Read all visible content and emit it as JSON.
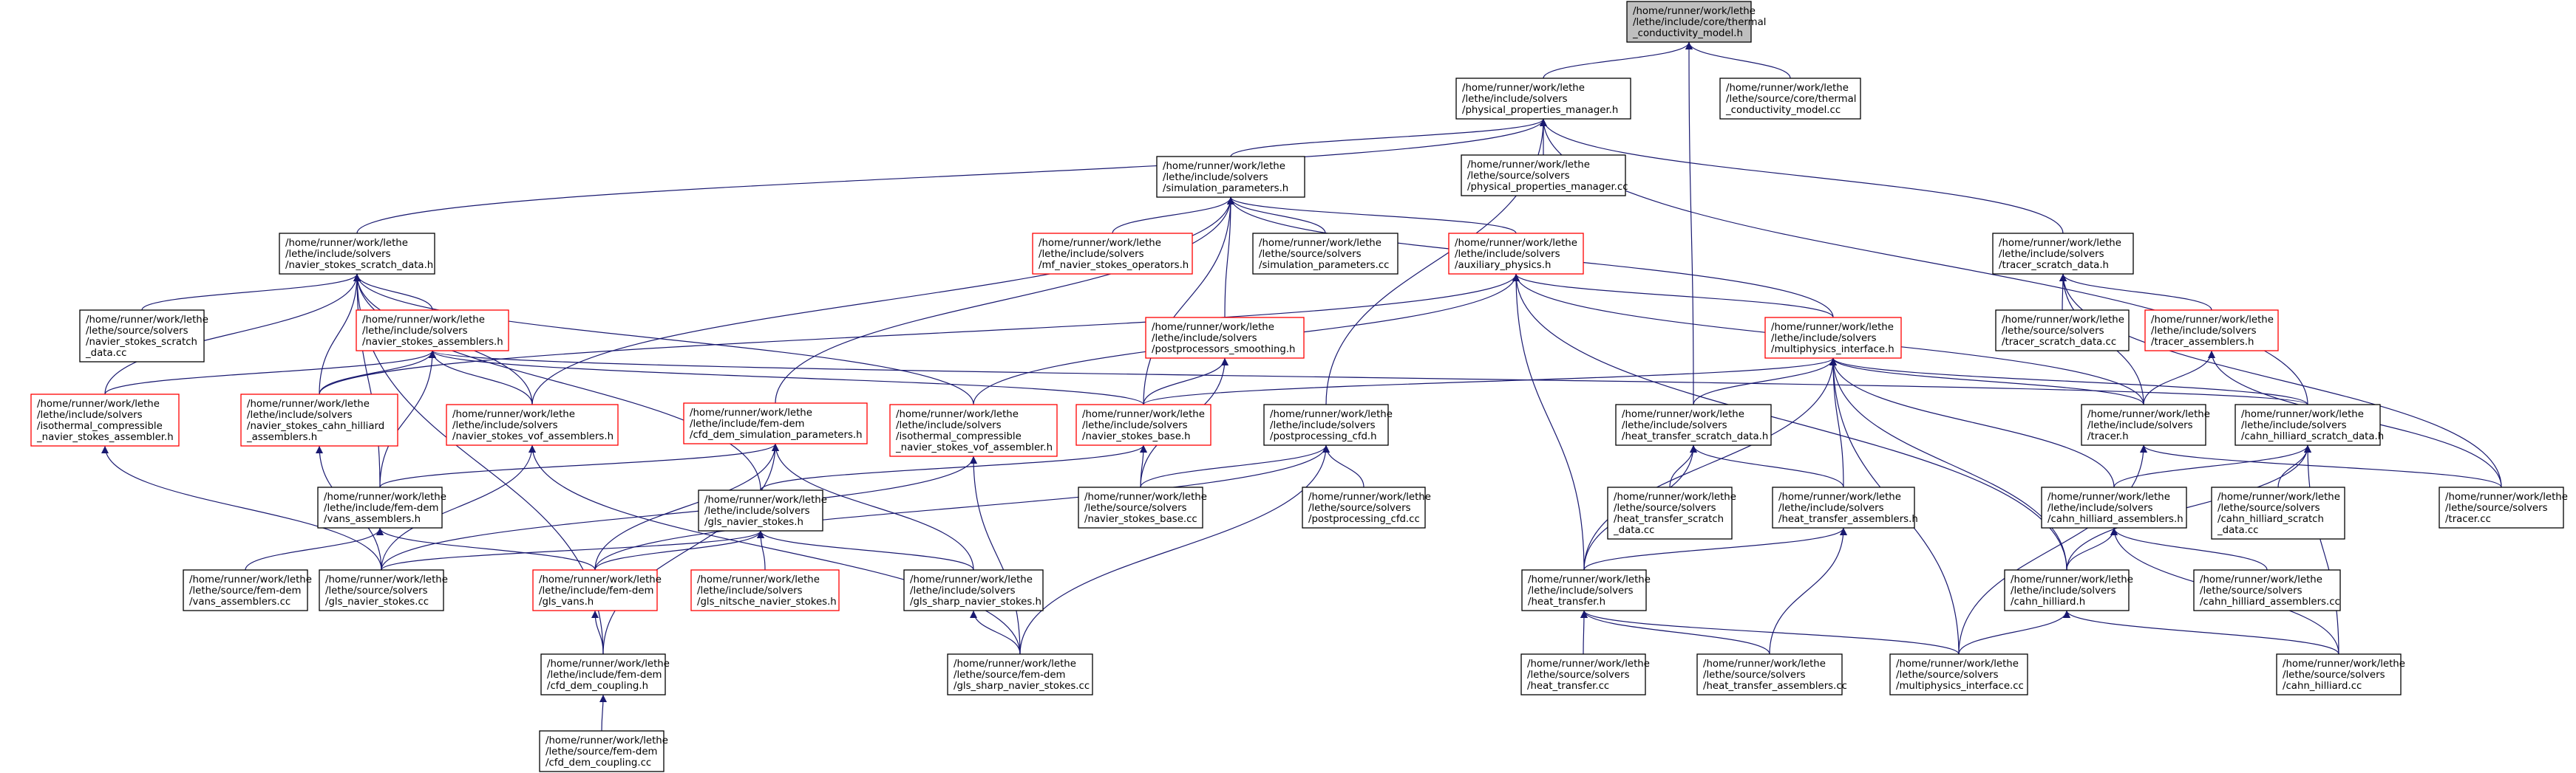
{
  "colors": {
    "edge": "#191970",
    "node_normal": "#000000",
    "node_red": "#ff0000",
    "node_root_fill": "#bfbfbf",
    "background": "#ffffff"
  },
  "nodes": [
    {
      "id": "thermal",
      "style": "root",
      "lines": [
        "/home/runner/work/lethe",
        "/lethe/include/core/thermal",
        "_conductivity_model.h"
      ]
    },
    {
      "id": "thermal_cc",
      "style": "normal",
      "lines": [
        "/home/runner/work/lethe",
        "/lethe/source/core/thermal",
        "_conductivity_model.cc"
      ]
    },
    {
      "id": "ppm",
      "style": "normal",
      "lines": [
        "/home/runner/work/lethe",
        "/lethe/include/solvers",
        "/physical_properties_manager.h"
      ]
    },
    {
      "id": "ppm_cc",
      "style": "normal",
      "lines": [
        "/home/runner/work/lethe",
        "/lethe/source/solvers",
        "/physical_properties_manager.cc"
      ]
    },
    {
      "id": "simparams",
      "style": "normal",
      "lines": [
        "/home/runner/work/lethe",
        "/lethe/include/solvers",
        "/simulation_parameters.h"
      ]
    },
    {
      "id": "mf_ns_ops",
      "style": "red",
      "lines": [
        "/home/runner/work/lethe",
        "/lethe/include/solvers",
        "/mf_navier_stokes_operators.h"
      ]
    },
    {
      "id": "simparams_cc",
      "style": "normal",
      "lines": [
        "/home/runner/work/lethe",
        "/lethe/source/solvers",
        "/simulation_parameters.cc"
      ]
    },
    {
      "id": "aux",
      "style": "red",
      "lines": [
        "/home/runner/work/lethe",
        "/lethe/include/solvers",
        "/auxiliary_physics.h"
      ]
    },
    {
      "id": "tracer_sd",
      "style": "normal",
      "lines": [
        "/home/runner/work/lethe",
        "/lethe/include/solvers",
        "/tracer_scratch_data.h"
      ]
    },
    {
      "id": "tracer_sd_cc",
      "style": "normal",
      "lines": [
        "/home/runner/work/lethe",
        "/lethe/source/solvers",
        "/tracer_scratch_data.cc"
      ]
    },
    {
      "id": "tracer_asm",
      "style": "red",
      "lines": [
        "/home/runner/work/lethe",
        "/lethe/include/solvers",
        "/tracer_assemblers.h"
      ]
    },
    {
      "id": "ns_sd",
      "style": "normal",
      "lines": [
        "/home/runner/work/lethe",
        "/lethe/include/solvers",
        "/navier_stokes_scratch_data.h"
      ]
    },
    {
      "id": "ns_sd_cc",
      "style": "normal",
      "lines": [
        "/home/runner/work/lethe",
        "/lethe/source/solvers",
        "/navier_stokes_scratch",
        "_data.cc"
      ]
    },
    {
      "id": "ns_asm",
      "style": "red",
      "lines": [
        "/home/runner/work/lethe",
        "/lethe/include/solvers",
        "/navier_stokes_assemblers.h"
      ]
    },
    {
      "id": "iso_comp_asm",
      "style": "red",
      "lines": [
        "/home/runner/work/lethe",
        "/lethe/include/solvers",
        "/isothermal_compressible",
        "_navier_stokes_assembler.h"
      ]
    },
    {
      "id": "ns_ch_asm",
      "style": "red",
      "lines": [
        "/home/runner/work/lethe",
        "/lethe/include/solvers",
        "/navier_stokes_cahn_hilliard",
        "_assemblers.h"
      ]
    },
    {
      "id": "ns_vof_asm",
      "style": "red",
      "lines": [
        "/home/runner/work/lethe",
        "/lethe/include/solvers",
        "/navier_stokes_vof_assemblers.h"
      ]
    },
    {
      "id": "cfd_dem_params",
      "style": "red",
      "lines": [
        "/home/runner/work/lethe",
        "/lethe/include/fem-dem",
        "/cfd_dem_simulation_parameters.h"
      ]
    },
    {
      "id": "iso_comp_vof",
      "style": "red",
      "lines": [
        "/home/runner/work/lethe",
        "/lethe/include/solvers",
        "/isothermal_compressible",
        "_navier_stokes_vof_assembler.h"
      ]
    },
    {
      "id": "pp_smooth",
      "style": "red",
      "lines": [
        "/home/runner/work/lethe",
        "/lethe/include/solvers",
        "/postprocessors_smoothing.h"
      ]
    },
    {
      "id": "ns_base",
      "style": "red",
      "lines": [
        "/home/runner/work/lethe",
        "/lethe/include/solvers",
        "/navier_stokes_base.h"
      ]
    },
    {
      "id": "pp_cfd",
      "style": "normal",
      "lines": [
        "/home/runner/work/lethe",
        "/lethe/include/solvers",
        "/postprocessing_cfd.h"
      ]
    },
    {
      "id": "pp_cfd_cc",
      "style": "normal",
      "lines": [
        "/home/runner/work/lethe",
        "/lethe/source/solvers",
        "/postprocessing_cfd.cc"
      ]
    },
    {
      "id": "mp_iface",
      "style": "red",
      "lines": [
        "/home/runner/work/lethe",
        "/lethe/include/solvers",
        "/multiphysics_interface.h"
      ]
    },
    {
      "id": "ht_sd",
      "style": "normal",
      "lines": [
        "/home/runner/work/lethe",
        "/lethe/include/solvers",
        "/heat_transfer_scratch_data.h"
      ]
    },
    {
      "id": "ht_sd_cc",
      "style": "normal",
      "lines": [
        "/home/runner/work/lethe",
        "/lethe/source/solvers",
        "/heat_transfer_scratch",
        "_data.cc"
      ]
    },
    {
      "id": "ht_asm",
      "style": "normal",
      "lines": [
        "/home/runner/work/lethe",
        "/lethe/include/solvers",
        "/heat_transfer_assemblers.h"
      ]
    },
    {
      "id": "tracer_h",
      "style": "normal",
      "lines": [
        "/home/runner/work/lethe",
        "/lethe/include/solvers",
        "/tracer.h"
      ]
    },
    {
      "id": "ch_sd",
      "style": "normal",
      "lines": [
        "/home/runner/work/lethe",
        "/lethe/include/solvers",
        "/cahn_hilliard_scratch_data.h"
      ]
    },
    {
      "id": "ch_asm",
      "style": "normal",
      "lines": [
        "/home/runner/work/lethe",
        "/lethe/include/solvers",
        "/cahn_hilliard_assemblers.h"
      ]
    },
    {
      "id": "ch_sd_cc",
      "style": "normal",
      "lines": [
        "/home/runner/work/lethe",
        "/lethe/source/solvers",
        "/cahn_hilliard_scratch",
        "_data.cc"
      ]
    },
    {
      "id": "tracer_cc",
      "style": "normal",
      "lines": [
        "/home/runner/work/lethe",
        "/lethe/source/solvers",
        "/tracer.cc"
      ]
    },
    {
      "id": "vans_asm",
      "style": "normal",
      "lines": [
        "/home/runner/work/lethe",
        "/lethe/include/fem-dem",
        "/vans_assemblers.h"
      ]
    },
    {
      "id": "vans_asm_cc",
      "style": "normal",
      "lines": [
        "/home/runner/work/lethe",
        "/lethe/source/fem-dem",
        "/vans_assemblers.cc"
      ]
    },
    {
      "id": "gls_ns",
      "style": "normal",
      "lines": [
        "/home/runner/work/lethe",
        "/lethe/include/solvers",
        "/gls_navier_stokes.h"
      ]
    },
    {
      "id": "gls_ns_cc",
      "style": "normal",
      "lines": [
        "/home/runner/work/lethe",
        "/lethe/source/solvers",
        "/gls_navier_stokes.cc"
      ]
    },
    {
      "id": "gls_vans",
      "style": "red",
      "lines": [
        "/home/runner/work/lethe",
        "/lethe/include/fem-dem",
        "/gls_vans.h"
      ]
    },
    {
      "id": "gls_nitsche",
      "style": "red",
      "lines": [
        "/home/runner/work/lethe",
        "/lethe/include/solvers",
        "/gls_nitsche_navier_stokes.h"
      ]
    },
    {
      "id": "gls_sharp",
      "style": "normal",
      "lines": [
        "/home/runner/work/lethe",
        "/lethe/include/solvers",
        "/gls_sharp_navier_stokes.h"
      ]
    },
    {
      "id": "ns_base_cc",
      "style": "normal",
      "lines": [
        "/home/runner/work/lethe",
        "/lethe/source/solvers",
        "/navier_stokes_base.cc"
      ]
    },
    {
      "id": "ht_h",
      "style": "normal",
      "lines": [
        "/home/runner/work/lethe",
        "/lethe/include/solvers",
        "/heat_transfer.h"
      ]
    },
    {
      "id": "ch_h",
      "style": "normal",
      "lines": [
        "/home/runner/work/lethe",
        "/lethe/include/solvers",
        "/cahn_hilliard.h"
      ]
    },
    {
      "id": "ch_asm_cc",
      "style": "normal",
      "lines": [
        "/home/runner/work/lethe",
        "/lethe/source/solvers",
        "/cahn_hilliard_assemblers.cc"
      ]
    },
    {
      "id": "cfd_dem_coupling",
      "style": "normal",
      "lines": [
        "/home/runner/work/lethe",
        "/lethe/include/fem-dem",
        "/cfd_dem_coupling.h"
      ]
    },
    {
      "id": "gls_sharp_cc",
      "style": "normal",
      "lines": [
        "/home/runner/work/lethe",
        "/lethe/source/fem-dem",
        "/gls_sharp_navier_stokes.cc"
      ]
    },
    {
      "id": "ht_cc",
      "style": "normal",
      "lines": [
        "/home/runner/work/lethe",
        "/lethe/source/solvers",
        "/heat_transfer.cc"
      ]
    },
    {
      "id": "ht_asm_cc",
      "style": "normal",
      "lines": [
        "/home/runner/work/lethe",
        "/lethe/source/solvers",
        "/heat_transfer_assemblers.cc"
      ]
    },
    {
      "id": "mp_iface_cc",
      "style": "normal",
      "lines": [
        "/home/runner/work/lethe",
        "/lethe/source/solvers",
        "/multiphysics_interface.cc"
      ]
    },
    {
      "id": "ch_cc",
      "style": "normal",
      "lines": [
        "/home/runner/work/lethe",
        "/lethe/source/solvers",
        "/cahn_hilliard.cc"
      ]
    },
    {
      "id": "cfd_dem_coupling_cc",
      "style": "normal",
      "lines": [
        "/home/runner/work/lethe",
        "/lethe/source/fem-dem",
        "/cfd_dem_coupling.cc"
      ]
    }
  ],
  "edges": [
    [
      "thermal",
      "thermal_cc"
    ],
    [
      "thermal",
      "ppm"
    ],
    [
      "thermal",
      "ht_sd"
    ],
    [
      "ppm",
      "ppm_cc"
    ],
    [
      "ppm",
      "simparams"
    ],
    [
      "ppm",
      "ns_sd"
    ],
    [
      "ppm",
      "tracer_sd"
    ],
    [
      "ppm",
      "pp_cfd"
    ],
    [
      "ppm",
      "ch_sd"
    ],
    [
      "simparams",
      "mf_ns_ops"
    ],
    [
      "simparams",
      "simparams_cc"
    ],
    [
      "simparams",
      "aux"
    ],
    [
      "simparams",
      "pp_smooth"
    ],
    [
      "simparams",
      "ns_base"
    ],
    [
      "simparams",
      "cfd_dem_params"
    ],
    [
      "simparams",
      "ns_vof_asm"
    ],
    [
      "simparams",
      "mp_iface"
    ],
    [
      "aux",
      "mp_iface"
    ],
    [
      "aux",
      "iso_comp_vof"
    ],
    [
      "aux",
      "ns_ch_asm"
    ],
    [
      "aux",
      "tracer_h"
    ],
    [
      "aux",
      "ht_h"
    ],
    [
      "aux",
      "ch_h"
    ],
    [
      "tracer_sd",
      "tracer_sd_cc"
    ],
    [
      "tracer_sd",
      "tracer_asm"
    ],
    [
      "tracer_sd",
      "tracer_h"
    ],
    [
      "tracer_sd",
      "tracer_cc"
    ],
    [
      "tracer_asm",
      "tracer_h"
    ],
    [
      "tracer_asm",
      "tracer_cc"
    ],
    [
      "ns_sd",
      "ns_sd_cc"
    ],
    [
      "ns_sd",
      "ns_asm"
    ],
    [
      "ns_sd",
      "iso_comp_asm"
    ],
    [
      "ns_sd",
      "ns_ch_asm"
    ],
    [
      "ns_sd",
      "ns_vof_asm"
    ],
    [
      "ns_sd",
      "iso_comp_vof"
    ],
    [
      "ns_sd",
      "vans_asm"
    ],
    [
      "ns_sd",
      "gls_ns"
    ],
    [
      "ns_sd",
      "cfd_dem_coupling"
    ],
    [
      "ns_asm",
      "iso_comp_asm"
    ],
    [
      "ns_asm",
      "ns_ch_asm"
    ],
    [
      "ns_asm",
      "ns_vof_asm"
    ],
    [
      "ns_asm",
      "ns_base"
    ],
    [
      "ns_asm",
      "vans_asm"
    ],
    [
      "ns_asm",
      "ch_sd"
    ],
    [
      "iso_comp_asm",
      "gls_ns_cc"
    ],
    [
      "ns_ch_asm",
      "gls_ns_cc"
    ],
    [
      "ns_vof_asm",
      "gls_ns_cc"
    ],
    [
      "ns_vof_asm",
      "gls_sharp_cc"
    ],
    [
      "cfd_dem_params",
      "vans_asm"
    ],
    [
      "cfd_dem_params",
      "gls_vans"
    ],
    [
      "cfd_dem_params",
      "gls_sharp"
    ],
    [
      "cfd_dem_params",
      "cfd_dem_coupling"
    ],
    [
      "iso_comp_vof",
      "gls_ns_cc"
    ],
    [
      "iso_comp_vof",
      "gls_sharp_cc"
    ],
    [
      "pp_smooth",
      "ns_base"
    ],
    [
      "pp_smooth",
      "ns_base_cc"
    ],
    [
      "ns_base",
      "gls_ns"
    ],
    [
      "ns_base",
      "ns_base_cc"
    ],
    [
      "pp_cfd",
      "pp_cfd_cc"
    ],
    [
      "pp_cfd",
      "ns_base_cc"
    ],
    [
      "pp_cfd",
      "gls_vans"
    ],
    [
      "pp_cfd",
      "gls_sharp_cc"
    ],
    [
      "mp_iface",
      "ns_base"
    ],
    [
      "mp_iface",
      "ht_sd"
    ],
    [
      "mp_iface",
      "ht_asm"
    ],
    [
      "mp_iface",
      "tracer_h"
    ],
    [
      "mp_iface",
      "ch_sd"
    ],
    [
      "mp_iface",
      "ch_asm"
    ],
    [
      "mp_iface",
      "ht_h"
    ],
    [
      "mp_iface",
      "ch_h"
    ],
    [
      "mp_iface",
      "mp_iface_cc"
    ],
    [
      "ht_sd",
      "ht_sd_cc"
    ],
    [
      "ht_sd",
      "ht_asm"
    ],
    [
      "ht_sd",
      "ht_h"
    ],
    [
      "ht_asm",
      "ht_h"
    ],
    [
      "ht_asm",
      "ht_asm_cc"
    ],
    [
      "tracer_h",
      "tracer_cc"
    ],
    [
      "tracer_h",
      "mp_iface_cc"
    ],
    [
      "ch_sd",
      "ch_asm"
    ],
    [
      "ch_sd",
      "ch_sd_cc"
    ],
    [
      "ch_sd",
      "ch_h"
    ],
    [
      "ch_sd",
      "ch_cc"
    ],
    [
      "ch_asm",
      "ch_h"
    ],
    [
      "ch_asm",
      "ch_asm_cc"
    ],
    [
      "ch_asm",
      "ch_cc"
    ],
    [
      "vans_asm",
      "vans_asm_cc"
    ],
    [
      "vans_asm",
      "gls_vans"
    ],
    [
      "gls_ns",
      "gls_ns_cc"
    ],
    [
      "gls_ns",
      "gls_vans"
    ],
    [
      "gls_ns",
      "gls_nitsche"
    ],
    [
      "gls_ns",
      "gls_sharp"
    ],
    [
      "gls_vans",
      "cfd_dem_coupling"
    ],
    [
      "gls_sharp",
      "gls_sharp_cc"
    ],
    [
      "ht_h",
      "ht_cc"
    ],
    [
      "ht_h",
      "ht_asm_cc"
    ],
    [
      "ht_h",
      "mp_iface_cc"
    ],
    [
      "ch_h",
      "mp_iface_cc"
    ],
    [
      "ch_h",
      "ch_cc"
    ],
    [
      "cfd_dem_coupling",
      "cfd_dem_coupling_cc"
    ]
  ]
}
